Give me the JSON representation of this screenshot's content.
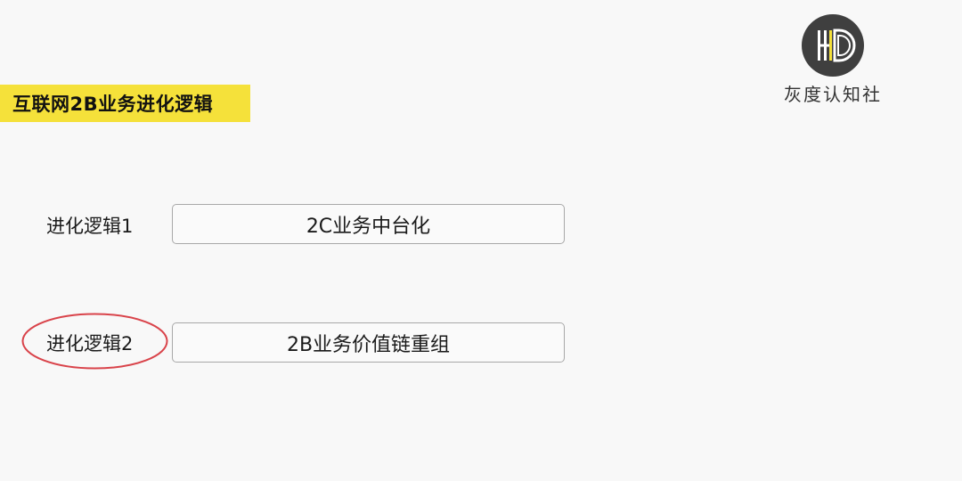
{
  "header": {
    "title": "互联网2B业务进化逻辑"
  },
  "brand": {
    "name": "灰度认知社",
    "logo_icon": "hd-monogram-icon",
    "logo_color": "#3f3f3f",
    "accent_color": "#f5e13a"
  },
  "rows": [
    {
      "label": "进化逻辑1",
      "value": "2C业务中台化",
      "highlighted": false
    },
    {
      "label": "进化逻辑2",
      "value": "2B业务价值链重组",
      "highlighted": true
    }
  ],
  "highlight_color": "#d9434a"
}
